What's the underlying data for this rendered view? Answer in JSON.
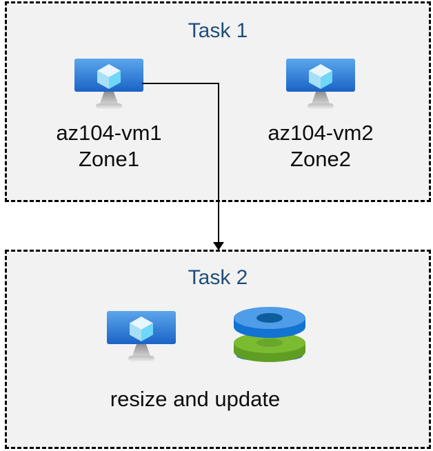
{
  "page": {
    "background": "#ffffff"
  },
  "boxes": {
    "fill": "#f2f2f2",
    "border_color": "#000000",
    "border_style": "dashed"
  },
  "task1": {
    "title": "Task 1",
    "vms": [
      {
        "name": "az104-vm1",
        "zone": "Zone1"
      },
      {
        "name": "az104-vm2",
        "zone": "Zone2"
      }
    ]
  },
  "task2": {
    "title": "Task 2",
    "caption": "resize and update"
  },
  "arrow": {
    "connects": "az104-vm1 to Task 2"
  },
  "icons": {
    "vm": "azure-virtual-machine-icon",
    "disks": "azure-disks-icon"
  },
  "colors": {
    "title_text": "#1f4e79",
    "label_text": "#0d0d0d",
    "vm_screen_top": "#5ca6ec",
    "vm_screen_bottom": "#1a63c6",
    "cube_top": "#e8f6fe",
    "cube_left": "#a8dff8",
    "cube_right": "#6fd7f7",
    "disk_blue_top": "#4f9ce9",
    "disk_blue_rim": "#1273d2",
    "disk_blue_hole": "#0e5c9e",
    "disk_green_top": "#7abb31",
    "disk_green_rim": "#5f9e22",
    "disk_green_hole": "#69a62a"
  }
}
